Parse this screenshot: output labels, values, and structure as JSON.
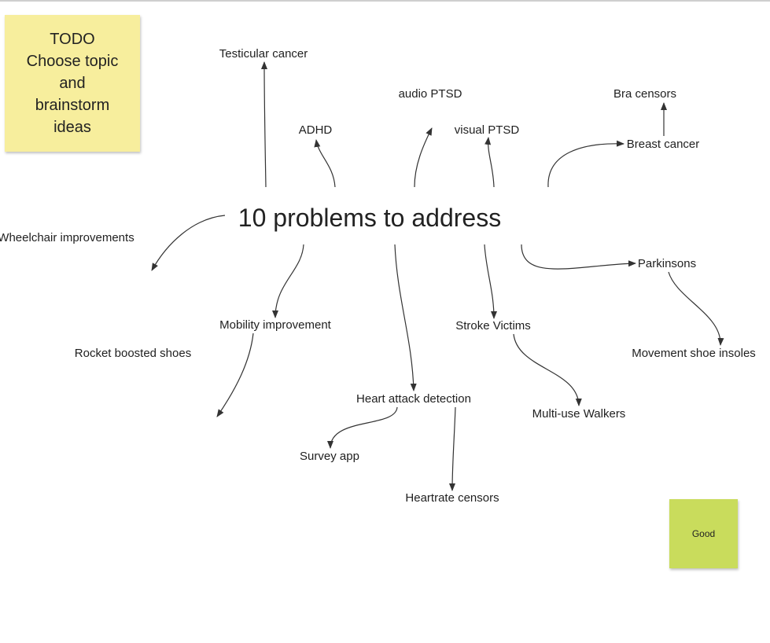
{
  "board": {
    "center_topic": "10 problems to address",
    "nodes": {
      "testicular": "Testicular cancer",
      "adhd": "ADHD",
      "audio_ptsd": "audio PTSD",
      "visual_ptsd": "visual PTSD",
      "bra": "Bra censors",
      "breast": "Breast cancer",
      "wheelchair": "Wheelchair improvements",
      "mobility": "Mobility improvement",
      "rocket": "Rocket boosted shoes",
      "heart": "Heart attack detection",
      "survey": "Survey app",
      "heartrate": "Heartrate censors",
      "stroke": "Stroke Victims",
      "walkers": "Multi-use Walkers",
      "parkinsons": "Parkinsons",
      "insoles": "Movement shoe insoles"
    }
  },
  "stickies": {
    "todo": {
      "text": "TODO\nChoose topic\nand\nbrainstorm\nideas",
      "color": "#f7ee9d"
    },
    "good": {
      "text": "Good",
      "color": "#c9dc5c"
    }
  },
  "style": {
    "link_color": "#333333",
    "text_color": "#1f1f1f"
  }
}
